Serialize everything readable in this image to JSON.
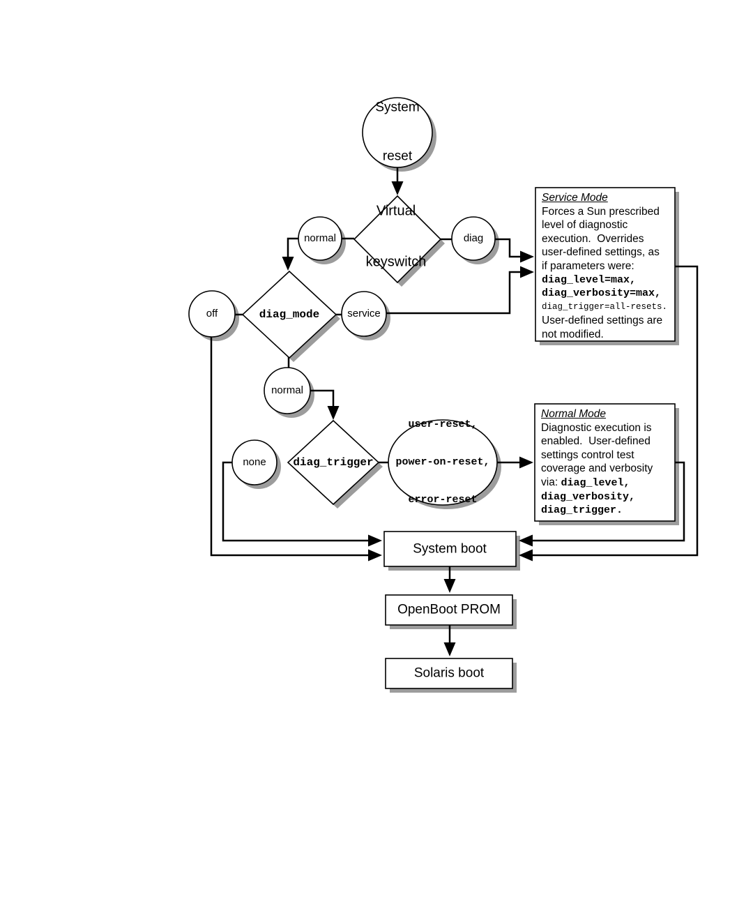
{
  "colors": {
    "ink": "#000000",
    "shadow": "#9c9c9c",
    "paper": "#ffffff"
  },
  "nodes": {
    "system_reset": {
      "line1": "System",
      "line2": "reset"
    },
    "virtual_keyswitch": {
      "line1": "Virtual",
      "line2": "keyswitch"
    },
    "keyswitch_normal": "normal",
    "keyswitch_diag": "diag",
    "diag_mode": "diag_mode",
    "diag_mode_off": "off",
    "diag_mode_service": "service",
    "diag_mode_normal": "normal",
    "diag_trigger": "diag_trigger",
    "diag_trigger_none": "none",
    "trigger_values": {
      "line1": "user-reset,",
      "line2": "power-on-reset,",
      "line3": "error-reset"
    },
    "system_boot": "System boot",
    "openboot_prom": "OpenBoot PROM",
    "solaris_boot": "Solaris boot"
  },
  "service_box": {
    "title": "Service Mode",
    "l1": "Forces a Sun prescribed",
    "l2": "level of diagnostic",
    "l3": "execution.  Overrides",
    "l4": "user-defined settings, as",
    "l5": "if parameters were:",
    "l6": "diag_level=max,",
    "l7": "diag_verbosity=max,",
    "l8": "diag_trigger=all-resets.",
    "l9": "User-defined settings are",
    "l10": "not modified."
  },
  "normal_box": {
    "title": "Normal Mode",
    "l1": "Diagnostic execution is",
    "l2": "enabled.  User-defined",
    "l3": "settings control test",
    "l4": "coverage and verbosity",
    "l5_prefix": "via: ",
    "l5_mono": "diag_level,",
    "l6": "diag_verbosity,",
    "l7": "diag_trigger."
  }
}
